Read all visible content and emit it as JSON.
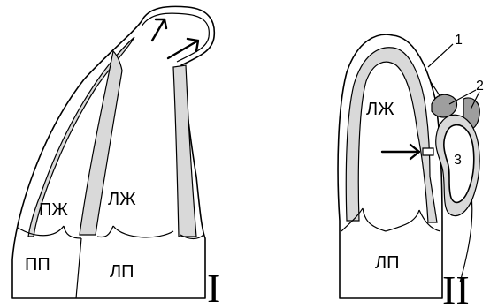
{
  "colors": {
    "wall_fill": "#d9d9d9",
    "lesion_fill": "#9e9e9e",
    "outline": "#000000",
    "background": "#ffffff"
  },
  "figure_I": {
    "numeral": "I",
    "right_ventricle": "ПЖ",
    "left_ventricle": "ЛЖ",
    "right_atrium": "ПП",
    "left_atrium": "ЛП"
  },
  "figure_II": {
    "numeral": "II",
    "left_ventricle": "ЛЖ",
    "left_atrium": "ЛП",
    "callout_1": "1",
    "callout_2": "2",
    "callout_3": "3"
  }
}
